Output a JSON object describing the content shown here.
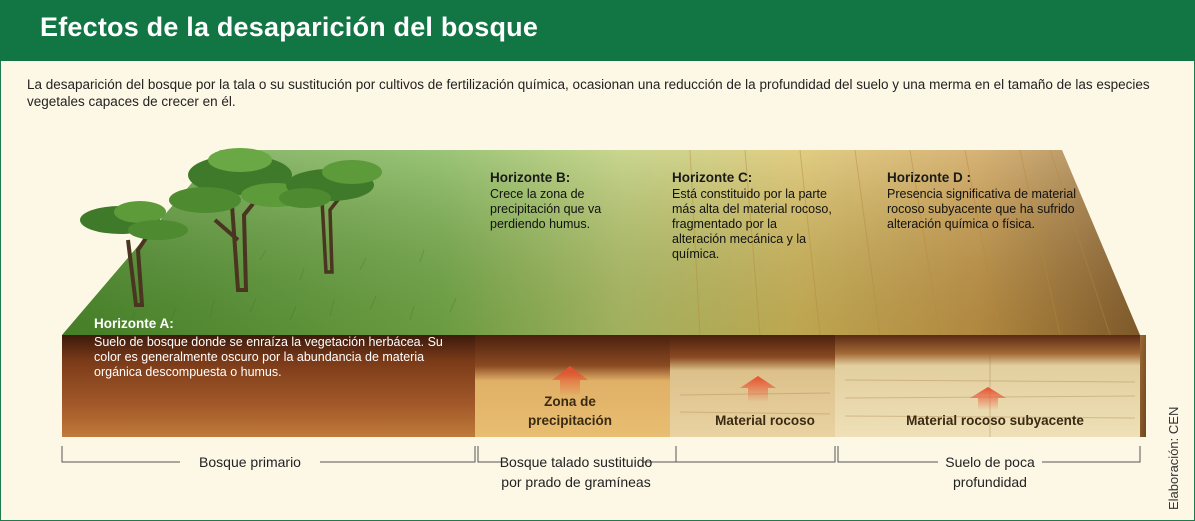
{
  "header": {
    "title": "Efectos de la desaparición del bosque"
  },
  "intro": "La desaparición del bosque por la tala o su sustitución por cultivos de fertilización química, ocasionan una reducción de la profundidad del suelo y una merma en el tamaño de las especies vegetales capaces de crecer en él.",
  "horizons": {
    "a": {
      "title": "Horizonte A:",
      "text": "Suelo de bosque  donde se enraíza la vegetación herbácea. Su color es generalmente oscuro por la abundancia de materia orgánica descompuesta o humus."
    },
    "b": {
      "title": "Horizonte B:",
      "text": "Crece la zona de precipitación que va perdiendo humus."
    },
    "c": {
      "title": "Horizonte C:",
      "text": "Está constituido por la parte más alta del material rocoso, fragmentado por la alteración mecánica y la química."
    },
    "d": {
      "title": "Horizonte D :",
      "text": "Presencia significativa de material rocoso subyacente que ha sufrido alteración química o física."
    }
  },
  "zones": {
    "precipitation": "Zona de precipitación",
    "rock": "Material rocoso",
    "underlying_rock": "Material rocoso subyacente"
  },
  "sections": {
    "primary": "Bosque primario",
    "logged": "Bosque talado sustituido por prado de gramíneas",
    "shallow": "Suelo de poca profundidad"
  },
  "credit": "Elaboración: CEN",
  "colors": {
    "header": "#117544",
    "background": "#fdf8e6",
    "grass": "#6fa83a",
    "dry_grass": "#c9a14a",
    "soil_dark": "#5a2a14",
    "rock": "#d9b978",
    "arrow": "#d9442a"
  }
}
